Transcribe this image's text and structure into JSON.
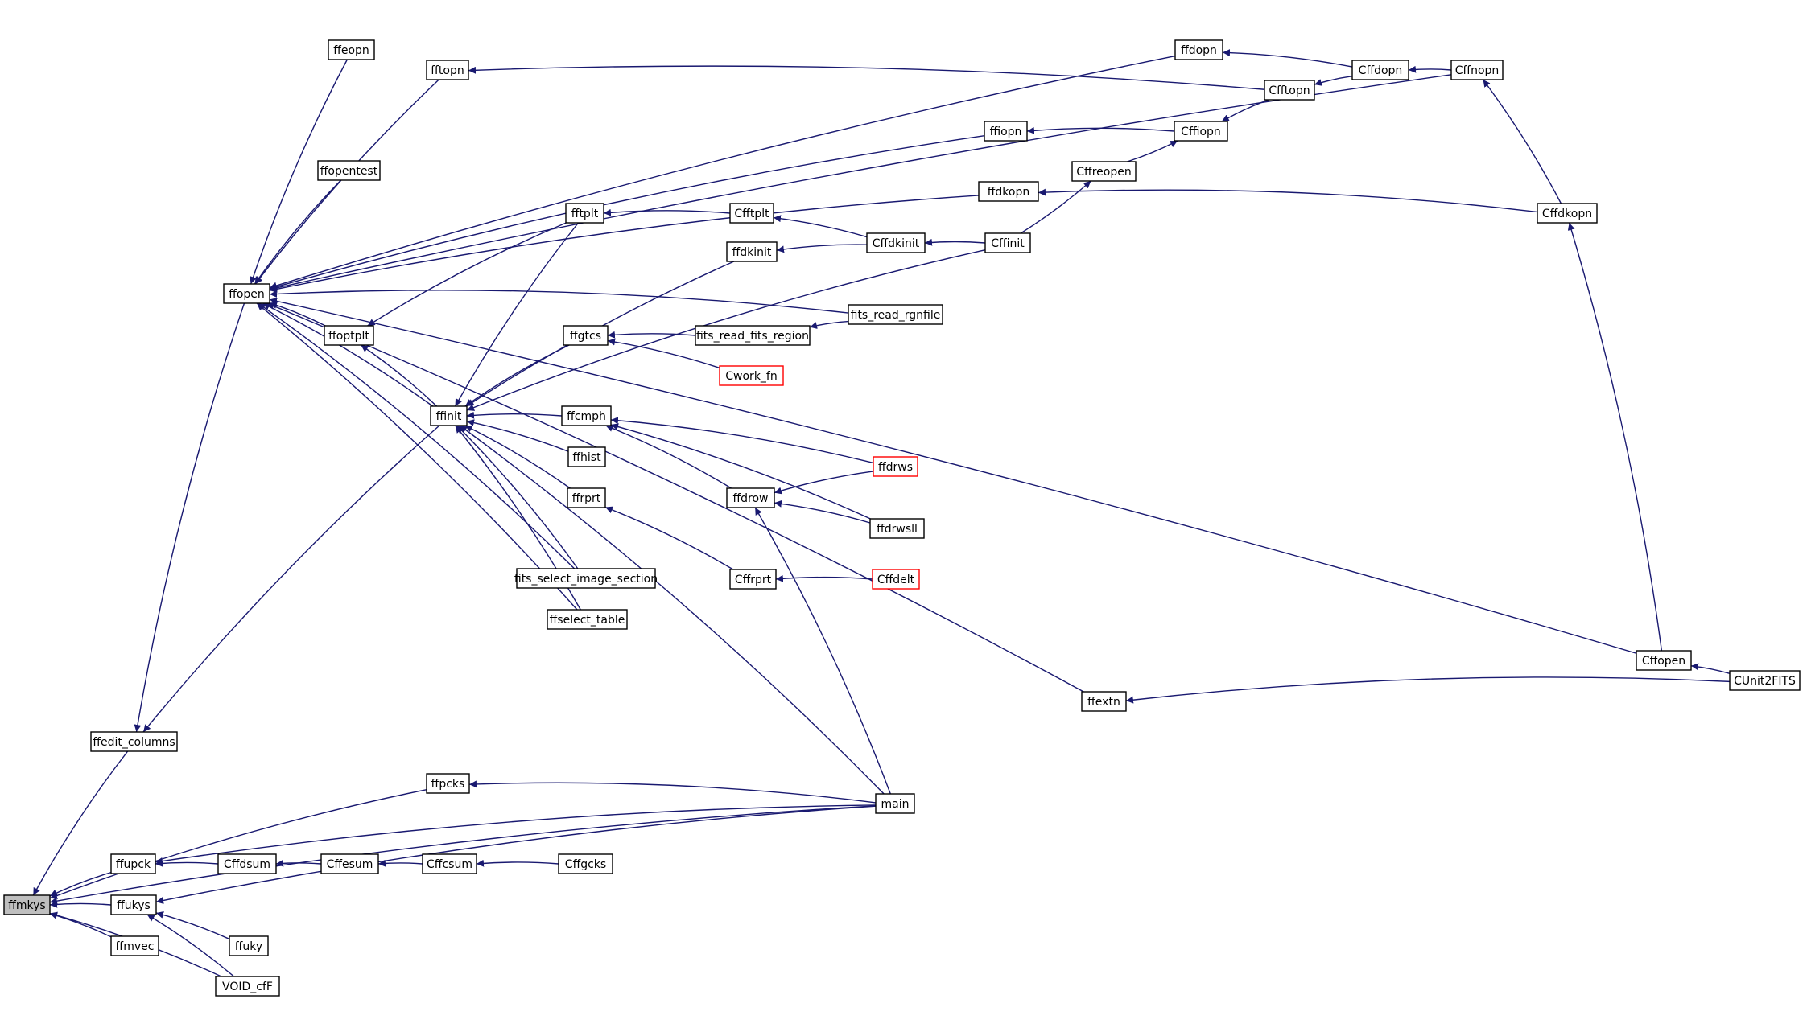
{
  "graph": {
    "edge_color": "#191970",
    "node_border": "#000000",
    "truncated_border": "#ff0000",
    "highlight_fill": "#bfbfbf",
    "nodes": [
      {
        "id": "ffmkys",
        "label": "ffmkys",
        "highlight": true
      },
      {
        "id": "ffedit_columns",
        "label": "ffedit_columns"
      },
      {
        "id": "ffopen",
        "label": "ffopen"
      },
      {
        "id": "ffeopn",
        "label": "ffeopn"
      },
      {
        "id": "fftopn",
        "label": "fftopn"
      },
      {
        "id": "ffopentest",
        "label": "ffopentest"
      },
      {
        "id": "ffoptplt",
        "label": "ffoptplt"
      },
      {
        "id": "ffinit",
        "label": "ffinit"
      },
      {
        "id": "fftplt",
        "label": "fftplt"
      },
      {
        "id": "ffdkinit",
        "label": "ffdkinit"
      },
      {
        "id": "ffgtcs",
        "label": "ffgtcs"
      },
      {
        "id": "ffcmph",
        "label": "ffcmph"
      },
      {
        "id": "ffhist",
        "label": "ffhist"
      },
      {
        "id": "ffrprt",
        "label": "ffrprt"
      },
      {
        "id": "fits_select_image_section",
        "label": "fits_select_image_section"
      },
      {
        "id": "ffselect_table",
        "label": "ffselect_table"
      },
      {
        "id": "ffdopn",
        "label": "ffdopn"
      },
      {
        "id": "ffiopn",
        "label": "ffiopn"
      },
      {
        "id": "ffdkopn",
        "label": "ffdkopn"
      },
      {
        "id": "Cfftplt",
        "label": "Cfftplt"
      },
      {
        "id": "Cffdkinit",
        "label": "Cffdkinit"
      },
      {
        "id": "Cffinit",
        "label": "Cffinit"
      },
      {
        "id": "Cffreopen",
        "label": "Cffreopen"
      },
      {
        "id": "Cffiopn",
        "label": "Cffiopn"
      },
      {
        "id": "Cfftopn",
        "label": "Cfftopn"
      },
      {
        "id": "Cffdopn",
        "label": "Cffdopn"
      },
      {
        "id": "Cffnopn",
        "label": "Cffnopn"
      },
      {
        "id": "Cffdkopn",
        "label": "Cffdkopn"
      },
      {
        "id": "fits_read_fits_region",
        "label": "fits_read_fits_region"
      },
      {
        "id": "fits_read_rgnfile",
        "label": "fits_read_rgnfile"
      },
      {
        "id": "Cwork_fn",
        "label": "Cwork_fn",
        "truncated": true
      },
      {
        "id": "ffdrow",
        "label": "ffdrow"
      },
      {
        "id": "ffdrws",
        "label": "ffdrws",
        "truncated": true
      },
      {
        "id": "ffdrwsll",
        "label": "ffdrwsll"
      },
      {
        "id": "Cffrprt",
        "label": "Cffrprt"
      },
      {
        "id": "Cffdelt",
        "label": "Cffdelt",
        "truncated": true
      },
      {
        "id": "Cffopen",
        "label": "Cffopen"
      },
      {
        "id": "CUnit2FITS",
        "label": "CUnit2FITS"
      },
      {
        "id": "ffextn",
        "label": "ffextn"
      },
      {
        "id": "ffpcks",
        "label": "ffpcks"
      },
      {
        "id": "main",
        "label": "main"
      },
      {
        "id": "ffupck",
        "label": "ffupck"
      },
      {
        "id": "Cffdsum",
        "label": "Cffdsum"
      },
      {
        "id": "Cffesum",
        "label": "Cffesum"
      },
      {
        "id": "Cffcsum",
        "label": "Cffcsum"
      },
      {
        "id": "Cffgcks",
        "label": "Cffgcks"
      },
      {
        "id": "ffukys",
        "label": "ffukys"
      },
      {
        "id": "ffmvec",
        "label": "ffmvec"
      },
      {
        "id": "ffuky",
        "label": "ffuky"
      },
      {
        "id": "VOID_cfF",
        "label": "VOID_cfF"
      }
    ],
    "edges": [
      [
        "ffedit_columns",
        "ffmkys"
      ],
      [
        "ffupck",
        "ffmkys"
      ],
      [
        "ffukys",
        "ffmkys"
      ],
      [
        "ffmvec",
        "ffmkys"
      ],
      [
        "VOID_cfF",
        "ffmkys"
      ],
      [
        "main",
        "ffmkys"
      ],
      [
        "ffpcks",
        "ffmkys"
      ],
      [
        "ffopen",
        "ffedit_columns"
      ],
      [
        "ffinit",
        "ffedit_columns"
      ],
      [
        "ffeopn",
        "ffopen"
      ],
      [
        "fftopn",
        "ffopen"
      ],
      [
        "ffopentest",
        "ffopen"
      ],
      [
        "ffoptplt",
        "ffopen"
      ],
      [
        "ffinit",
        "ffopen"
      ],
      [
        "ffdopn",
        "ffopen"
      ],
      [
        "ffiopn",
        "ffopen"
      ],
      [
        "ffdkopn",
        "ffopen"
      ],
      [
        "fits_read_rgnfile",
        "ffopen"
      ],
      [
        "fits_select_image_section",
        "ffopen"
      ],
      [
        "ffselect_table",
        "ffopen"
      ],
      [
        "Cffopen",
        "ffopen"
      ],
      [
        "ffextn",
        "ffopen"
      ],
      [
        "Cffnopn",
        "ffopen"
      ],
      [
        "Cfftopn",
        "fftopn"
      ],
      [
        "fftplt",
        "ffoptplt"
      ],
      [
        "ffinit",
        "ffoptplt"
      ],
      [
        "fftplt",
        "ffinit"
      ],
      [
        "ffdkinit",
        "ffinit"
      ],
      [
        "ffgtcs",
        "ffinit"
      ],
      [
        "Cffinit",
        "ffinit"
      ],
      [
        "ffcmph",
        "ffinit"
      ],
      [
        "ffhist",
        "ffinit"
      ],
      [
        "ffrprt",
        "ffinit"
      ],
      [
        "fits_select_image_section",
        "ffinit"
      ],
      [
        "ffselect_table",
        "ffinit"
      ],
      [
        "main",
        "ffinit"
      ],
      [
        "Cfftplt",
        "fftplt"
      ],
      [
        "Cffdkinit",
        "Cfftplt"
      ],
      [
        "Cffdkinit",
        "ffdkinit"
      ],
      [
        "Cffinit",
        "Cffdkinit"
      ],
      [
        "fits_read_fits_region",
        "ffgtcs"
      ],
      [
        "Cwork_fn",
        "ffgtcs"
      ],
      [
        "fits_read_rgnfile",
        "fits_read_fits_region"
      ],
      [
        "ffdrow",
        "ffcmph"
      ],
      [
        "ffdrws",
        "ffcmph"
      ],
      [
        "ffdrwsll",
        "ffcmph"
      ],
      [
        "ffdrws",
        "ffdrow"
      ],
      [
        "ffdrwsll",
        "ffdrow"
      ],
      [
        "main",
        "ffdrow"
      ],
      [
        "Cffrprt",
        "ffrprt"
      ],
      [
        "Cffdelt",
        "Cffrprt"
      ],
      [
        "Cffdopn",
        "ffdopn"
      ],
      [
        "Cffnopn",
        "Cffdopn"
      ],
      [
        "Cffdopn",
        "Cfftopn"
      ],
      [
        "Cffiopn",
        "ffiopn"
      ],
      [
        "Cfftopn",
        "Cffiopn"
      ],
      [
        "Cffreopen",
        "Cffiopn"
      ],
      [
        "Cffinit",
        "Cffreopen"
      ],
      [
        "Cffdkopn",
        "ffdkopn"
      ],
      [
        "Cffdkopn",
        "Cffnopn"
      ],
      [
        "Cffopen",
        "Cffdkopn"
      ],
      [
        "CUnit2FITS",
        "Cffopen"
      ],
      [
        "CUnit2FITS",
        "ffextn"
      ],
      [
        "main",
        "ffpcks"
      ],
      [
        "main",
        "ffupck"
      ],
      [
        "main",
        "ffukys"
      ],
      [
        "Cffdsum",
        "ffupck"
      ],
      [
        "Cffesum",
        "Cffdsum"
      ],
      [
        "Cffcsum",
        "Cffesum"
      ],
      [
        "Cffgcks",
        "Cffcsum"
      ],
      [
        "ffuky",
        "ffukys"
      ],
      [
        "VOID_cfF",
        "ffukys"
      ]
    ]
  }
}
